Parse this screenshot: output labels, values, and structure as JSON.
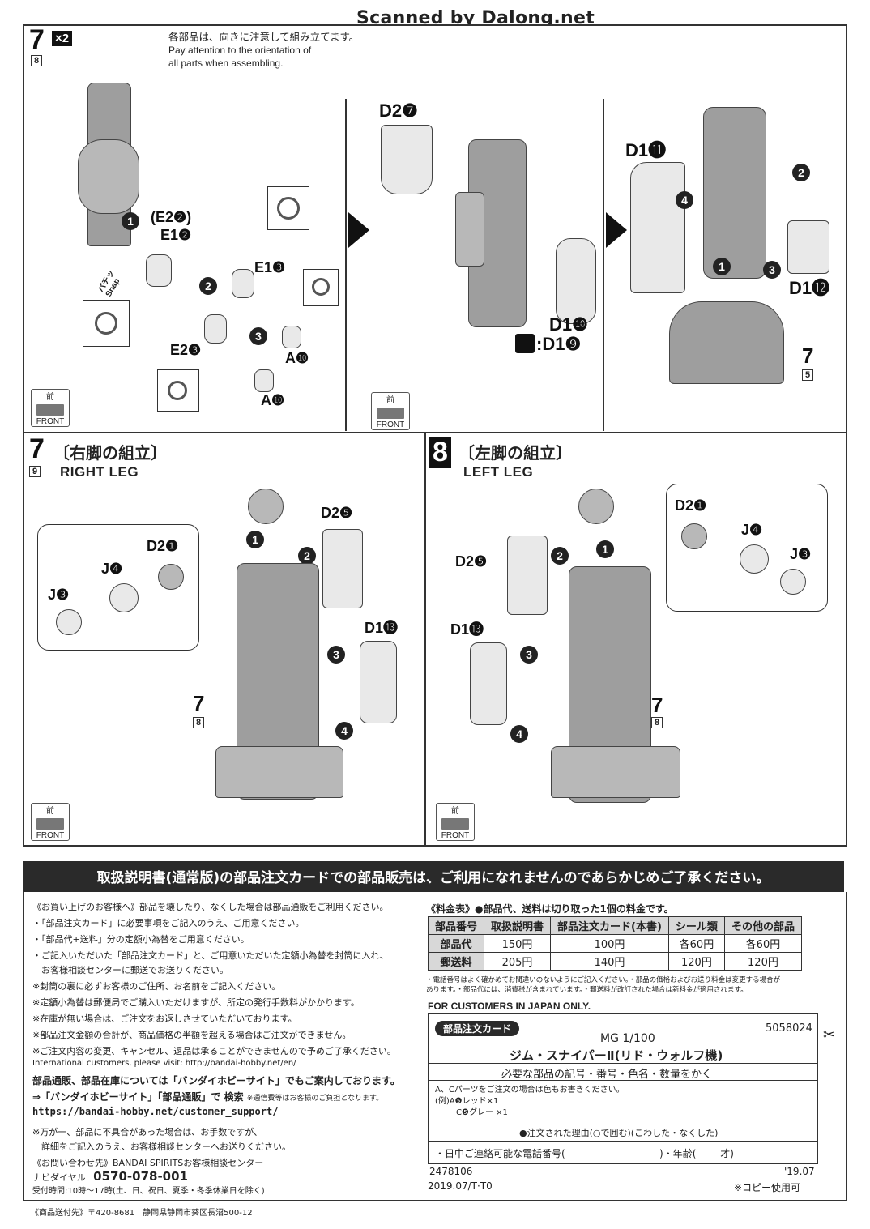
{
  "watermark": "Scanned by Dalong.net",
  "step7_top": {
    "number": "7",
    "sub": "8",
    "multiplier": "×2",
    "note_jp": "各部品は、向きに注意して組み立てます。",
    "note_en_1": "Pay attention to the orientation of",
    "note_en_2": "all parts when assembling.",
    "labels": {
      "e2_paren": "(E2❷)",
      "e1_2": "E1❷",
      "e1_3": "E1❸",
      "e2_3": "E2❸",
      "a10_a": "A❿",
      "a10_b": "A❿",
      "d2_7": "D2❼",
      "d1_10": "D1❿",
      "d1_9": ":D1❾",
      "d1_11": "D1⓫",
      "d1_12": "D1⓬",
      "snap": "パチッ Snap"
    },
    "step_badges": [
      "1",
      "2",
      "3",
      "1",
      "2",
      "3",
      "4"
    ],
    "ref7": "7",
    "ref7_sub": "5",
    "front_label_jp": "前",
    "front_label_en": "FRONT"
  },
  "step7_right_leg": {
    "number": "7",
    "sub": "9",
    "title_jp": "〔右脚の組立〕",
    "title_en": "RIGHT LEG",
    "labels": {
      "d2_1": "D2❶",
      "j4": "J❹",
      "j3": "J❸",
      "d2_5": "D2❺",
      "d1_13": "D1⓭"
    },
    "ref7": "7",
    "ref7_sub": "8",
    "badges": [
      "1",
      "2",
      "3",
      "4"
    ]
  },
  "step8_left_leg": {
    "number": "8",
    "title_jp": "〔左脚の組立〕",
    "title_en": "LEFT LEG",
    "labels": {
      "d2_1": "D2❶",
      "j4": "J❹",
      "j3": "J❸",
      "d2_5": "D2❺",
      "d1_13": "D1⓭"
    },
    "ref7": "7",
    "ref7_sub": "8",
    "badges": [
      "1",
      "2",
      "3",
      "4"
    ]
  },
  "notice": {
    "banner": "取扱説明書(通常版)の部品注文カードでの部品販売は、ご利用になれませんのであらかじめご了承ください。",
    "lines": [
      "《お買い上げのお客様へ》部品を壊したり、なくした場合は部品通販をご利用ください。",
      "・「部品注文カード」に必要事項をご記入のうえ、ご用意ください。",
      "・「部品代+送料」分の定額小為替をご用意ください。",
      "・ご記入いただいた「部品注文カード」と、ご用意いただいた定額小為替を封筒に入れ、",
      "　お客様相談センターに郵送でお送りください。",
      "※封筒の裏に必ずお客様のご住所、お名前をご記入ください。",
      "※定額小為替は郵便局でご購入いただけますが、所定の発行手数料がかかります。",
      "※在庫が無い場合は、ご注文をお返しさせていただいております。",
      "※部品注文金額の合計が、商品価格の半額を超える場合はご注文ができません。",
      "※ご注文内容の変更、キャンセル、返品は承ることができませんので予めご了承ください。",
      "International customers, please visit: http://bandai-hobby.net/en/"
    ],
    "bold1": "部品通販、部品在庫については「バンダイホビーサイト」でもご案内しております。",
    "bold2": "⇒「バンダイホビーサイト」「部品通販」で 検索 ",
    "bold2_small": "※通信費等はお客様のご負担となります。",
    "url": "https://bandai-hobby.net/customer_support/",
    "defect1": "※万が一、部品に不具合があった場合は、お手数ですが、",
    "defect2": "　詳細をご記入のうえ、お客様相談センターへお送りください。",
    "contact_title": "《お問い合わせ先》BANDAI SPIRITSお客様相談センター",
    "navi_label": "ナビダイヤル",
    "phone": "0570-078-001",
    "hours": "受付時間:10時〜17時(土、日、祝日、夏季・冬季休業日を除く)",
    "address": "《商品送付先》〒420-8681　静岡県静岡市葵区長沼500-12"
  },
  "fees": {
    "title": "《料金表》●部品代、送料は切り取った1個の料金です。",
    "headers": [
      "部品番号",
      "取扱説明書",
      "部品注文カード(本書)",
      "シール類",
      "その他の部品"
    ],
    "rows": [
      [
        "部品代",
        "150円",
        "100円",
        "各60円",
        "各60円"
      ],
      [
        "郵送料",
        "205円",
        "140円",
        "120円",
        "120円"
      ]
    ],
    "foot1": "・電話番号はよく確かめてお間違いのないようにご記入ください。・部品の価格およびお送り料金は変更する場合が",
    "foot2": "あります。・部品代には、消費税が含まれています。・郵送料が改訂された場合は新料金が適用されます。"
  },
  "order_card": {
    "japan_only": "FOR CUSTOMERS IN JAPAN ONLY.",
    "pill": "部品注文カード",
    "code": "5058024",
    "model": "MG 1/100",
    "name": "ジム・スナイパーⅡ(リド・ウォルフ機)",
    "instruction": "必要な部品の記号・番号・色名・数量をかく",
    "color_note": "A、Cパーツをご注文の場合は色もお書きください。",
    "example1": "(例)A❺レッド×1",
    "example2": "C❺グレー ×1",
    "reason": "●注文された理由(○で囲む)(こわした・なくした)",
    "phone_label": "・日中ご連絡可能な電話番号(",
    "phone_dashes": "-　　　　-",
    "age_label": ")・年齢(",
    "age_unit": "才)",
    "serial": "2478106",
    "date_code": "'19.07",
    "print_code": "2019.07/T·T0",
    "copy_note": "※コピー使用可"
  }
}
